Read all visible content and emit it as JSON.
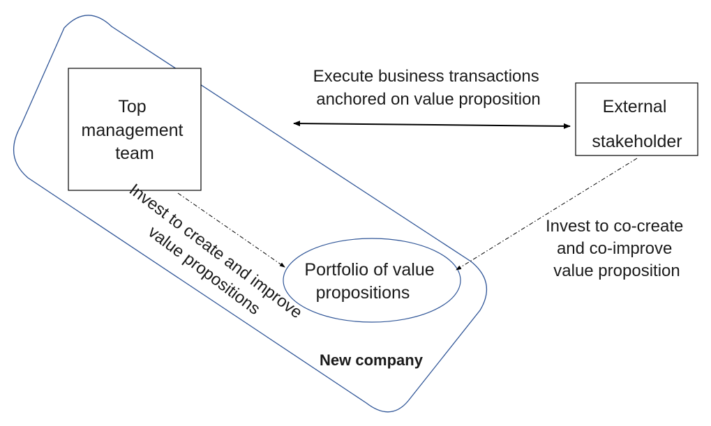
{
  "nodes": {
    "top_management": {
      "lines": [
        "Top",
        "management",
        "team"
      ]
    },
    "external": {
      "lines": [
        "External",
        "stakeholder"
      ]
    },
    "portfolio": {
      "lines": [
        "Portfolio of value",
        "propositions"
      ]
    },
    "company": {
      "label": "New company"
    }
  },
  "edges": {
    "transactions": {
      "lines": [
        "Execute business transactions",
        "anchored on value proposition"
      ]
    },
    "invest_internal": {
      "lines": [
        "Invest to create and improve",
        "value propositions"
      ]
    },
    "invest_external": {
      "lines": [
        "Invest to co-create",
        "and co-improve",
        "value proposition"
      ]
    }
  },
  "colors": {
    "boundary": "#2f5597",
    "ellipse": "#2f5597",
    "line": "#000000",
    "text": "#1a1a1a"
  }
}
